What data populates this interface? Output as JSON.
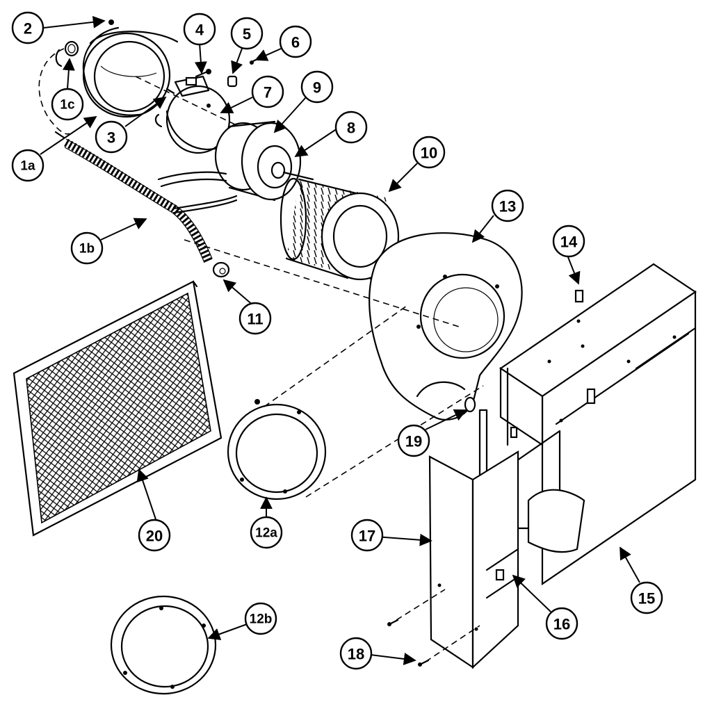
{
  "callouts": {
    "c2": "2",
    "c1c": "1c",
    "c1a": "1a",
    "c1b": "1b",
    "c3": "3",
    "c4": "4",
    "c5": "5",
    "c6": "6",
    "c7": "7",
    "c8": "8",
    "c9": "9",
    "c10": "10",
    "c11": "11",
    "c12a": "12a",
    "c12b": "12b",
    "c13": "13",
    "c14": "14",
    "c15": "15",
    "c16": "16",
    "c17": "17",
    "c18": "18",
    "c19": "19",
    "c20": "20"
  }
}
